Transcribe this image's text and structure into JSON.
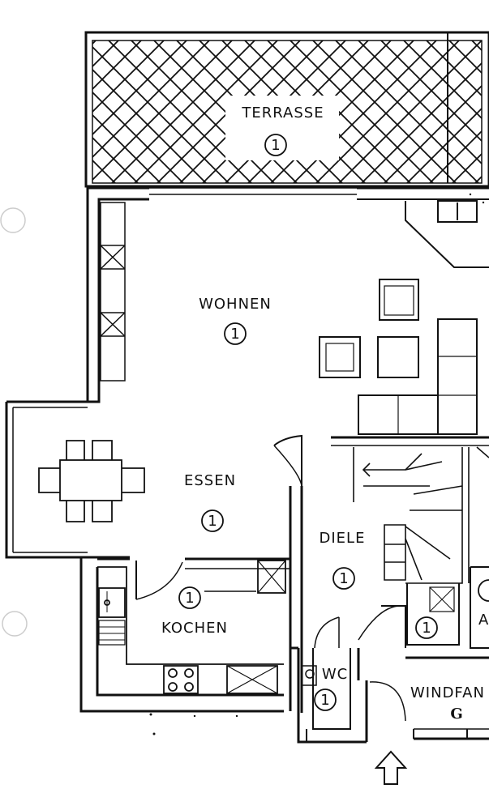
{
  "rooms": {
    "terrasse": {
      "name": "TERRASSE",
      "number": "1"
    },
    "wohnen": {
      "name": "WOHNEN",
      "number": "1"
    },
    "essen": {
      "name": "ESSEN",
      "number": "1"
    },
    "diele": {
      "name": "DIELE",
      "number": "1"
    },
    "kochen": {
      "name": "KOCHEN",
      "number": "1"
    },
    "wc": {
      "name": "WC",
      "number": "1"
    },
    "windfang": {
      "name": "WINDFAN",
      "marker": "G"
    },
    "under_stair": {
      "number": "1"
    },
    "room_a": {
      "name": "A"
    }
  },
  "colors": {
    "ink": "#111111",
    "paper": "#ffffff"
  },
  "icons": {
    "entrance": "up-arrow-icon",
    "sink": "sink-icon",
    "stove": "stove-icon",
    "toilet": "toilet-icon"
  }
}
